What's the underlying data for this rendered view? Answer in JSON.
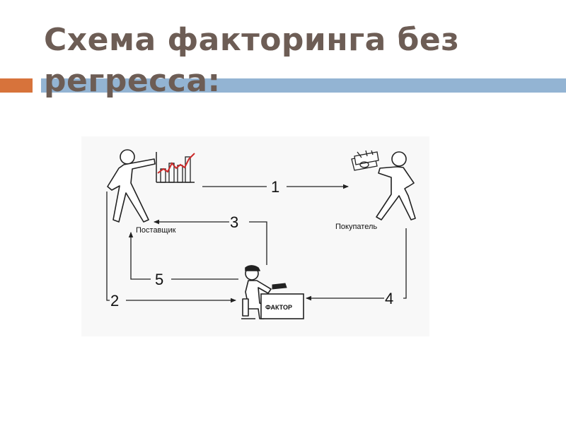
{
  "slide": {
    "title": "Схема факторинга без регресса:"
  },
  "diagram": {
    "supplier_label": "Поставщик",
    "buyer_label": "Покупатель",
    "factor_label": "ФАКТОР",
    "steps": [
      "1",
      "2",
      "3",
      "4",
      "5"
    ]
  },
  "colors": {
    "title": "#6d5d55",
    "accent_orange": "#d7733b",
    "accent_blue": "#93b4d3",
    "chart_line": "#cc2a2a"
  }
}
